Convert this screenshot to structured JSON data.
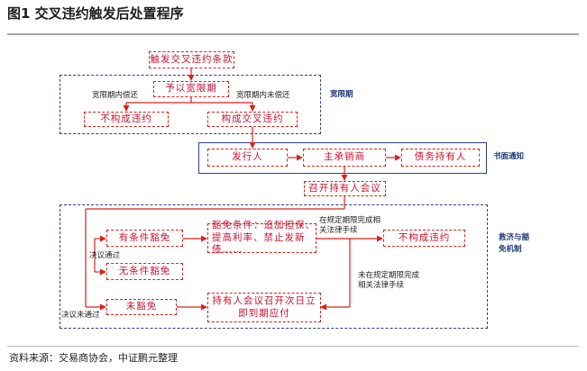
{
  "title": "图1 交叉违约触发后处置程序",
  "source": "资料来源：交易商协会，中证鹏元整理",
  "colors": {
    "box_border": "#d9221c",
    "box_text": "#c8102e",
    "zone_border": "#2f3f8f",
    "line": "#d9221c"
  },
  "zones": {
    "grace": "宽限期",
    "notice": "书面通知",
    "remedy": "救济与豁免机制"
  },
  "nodes": {
    "trigger": "触发交叉违约条款",
    "grant_grace": "予以宽限期",
    "not_default_1": "不构成违约",
    "default": "构成交叉违约",
    "issuer": "发行人",
    "underwriter": "主承销商",
    "holders": "债务持有人",
    "meeting": "召开持有人会议",
    "cond_waiver": "有条件豁免",
    "waiver_terms": "豁免条件：追加担保、提高利率、禁止发新债……",
    "uncond_waiver": "无条件豁免",
    "not_default_2": "不构成违约",
    "no_waiver": "未豁免",
    "due": "持有人会议召开次日立即到期应付"
  },
  "labels": {
    "repaid_in_grace": "宽限期内偿还",
    "not_repaid_in_grace": "宽限期内未偿还",
    "resolution_passed": "决议通过",
    "resolution_failed": "决议未通过",
    "completed_in_time": "在规定期限完成相关法律手续",
    "not_completed_in_time": "未在规定期限完成相关法律手续"
  }
}
